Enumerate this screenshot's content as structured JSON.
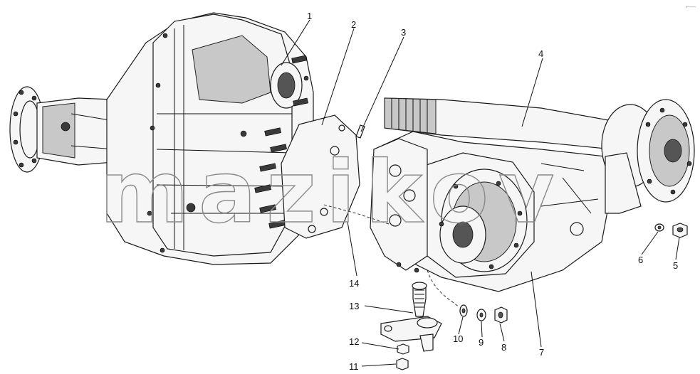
{
  "callouts": [
    "1",
    "2",
    "3",
    "4",
    "5",
    "6",
    "7",
    "8",
    "9",
    "10",
    "11",
    "12",
    "13",
    "14"
  ],
  "watermark": "mazikov",
  "corner_mark": "⌐—"
}
